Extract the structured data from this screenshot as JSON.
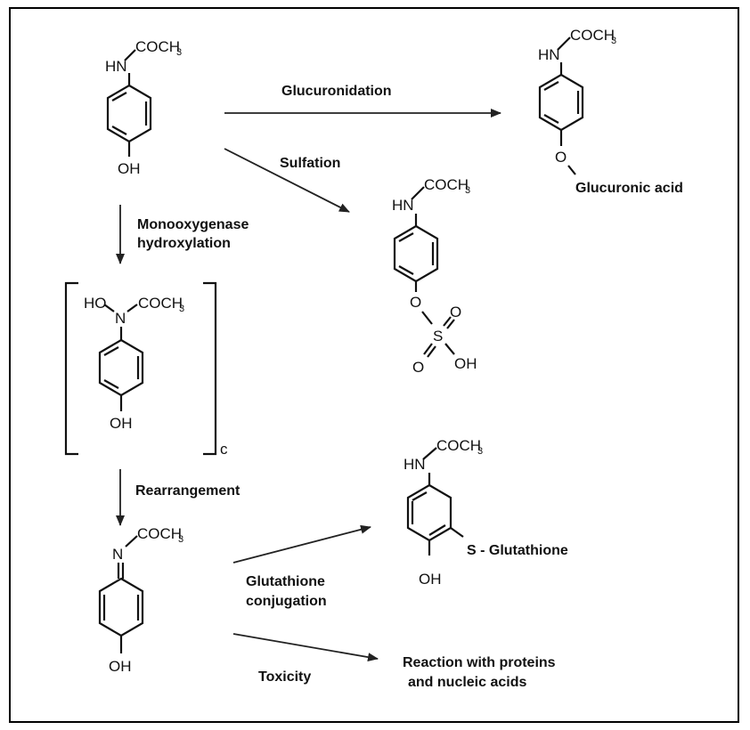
{
  "diagram": {
    "reactions": {
      "glucuronidation": "Glucuronidation",
      "sulfation": "Sulfation",
      "monooxygenase_line1": "Monooxygenase",
      "monooxygenase_line2": "hydroxylation",
      "rearrangement": "Rearrangement",
      "glutathione_line1": "Glutathione",
      "glutathione_line2": "conjugation",
      "toxicity": "Toxicity",
      "outcome_line1": "Reaction with proteins",
      "outcome_line2": "and nucleic acids"
    },
    "substituents": {
      "glucuronic_acid": "Glucuronic acid",
      "glutathione": "S - Glutathione",
      "bracket_note": "c"
    },
    "atoms": {
      "hn": "HN",
      "ho": "HO",
      "n": "N",
      "oh": "OH",
      "o": "O",
      "s": "S",
      "coch": "COCH",
      "sub3": "3"
    }
  }
}
